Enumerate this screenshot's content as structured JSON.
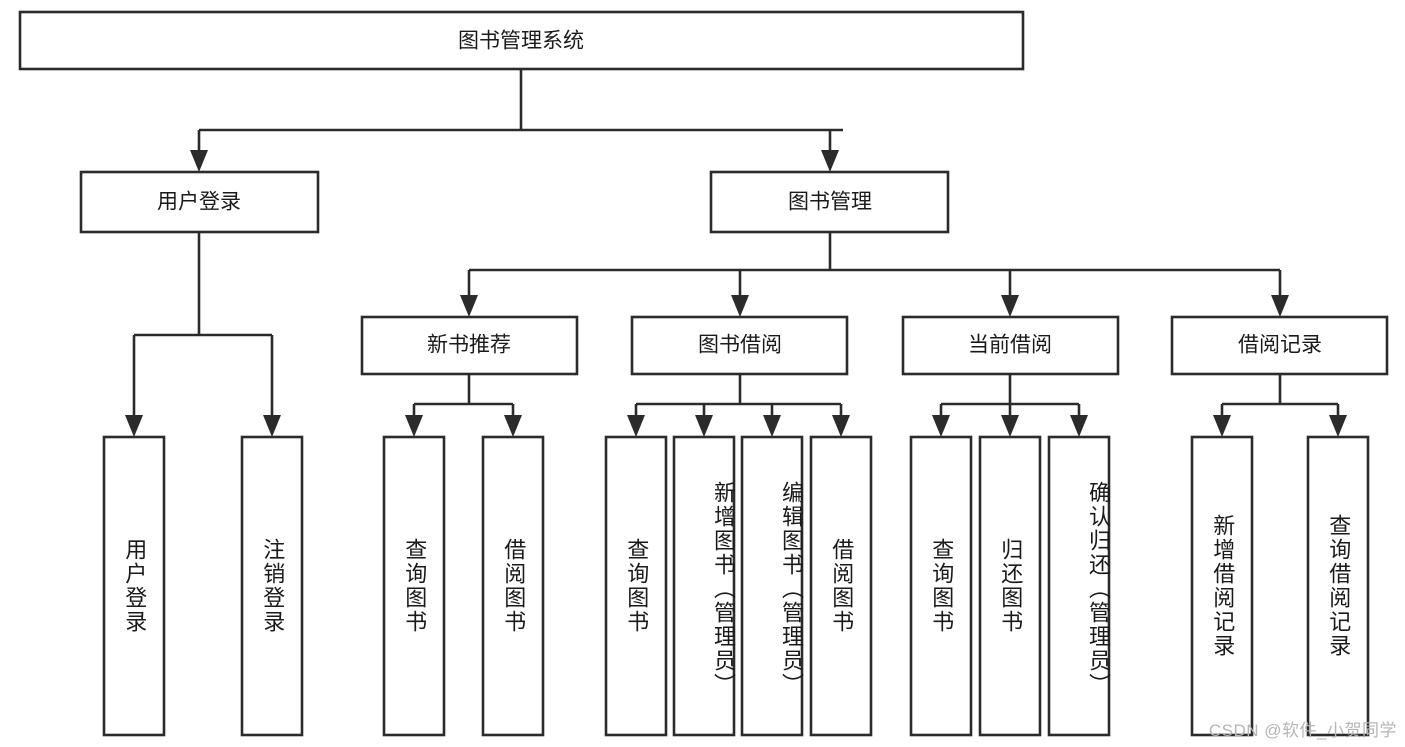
{
  "diagram": {
    "type": "tree",
    "title": "图书管理系统",
    "watermark": "CSDN @软件_小贺同学",
    "colors": {
      "stroke": "#2b2b2b",
      "fill": "#ffffff",
      "text": "#1a1a1a",
      "watermark": "#b6b6b6"
    },
    "levels": {
      "root": {
        "label": "图书管理系统"
      },
      "level2": [
        {
          "label": "用户登录"
        },
        {
          "label": "图书管理"
        }
      ],
      "level3": [
        {
          "label": "新书推荐"
        },
        {
          "label": "图书借阅"
        },
        {
          "label": "当前借阅"
        },
        {
          "label": "借阅记录"
        }
      ]
    },
    "leaves": {
      "user_login": [
        {
          "label": "用户登录"
        },
        {
          "label": "注销登录"
        }
      ],
      "new_book_recommend": [
        {
          "label": "查询图书"
        },
        {
          "label": "借阅图书"
        }
      ],
      "book_borrow": [
        {
          "label": "查询图书"
        },
        {
          "label": "新增图书（管理员）"
        },
        {
          "label": "编辑图书（管理员）"
        },
        {
          "label": "借阅图书"
        }
      ],
      "current_borrow": [
        {
          "label": "查询图书"
        },
        {
          "label": "归还图书"
        },
        {
          "label": "确认归还（管理员）"
        }
      ],
      "borrow_record": [
        {
          "label": "新增借阅记录"
        },
        {
          "label": "查询借阅记录"
        }
      ]
    }
  }
}
